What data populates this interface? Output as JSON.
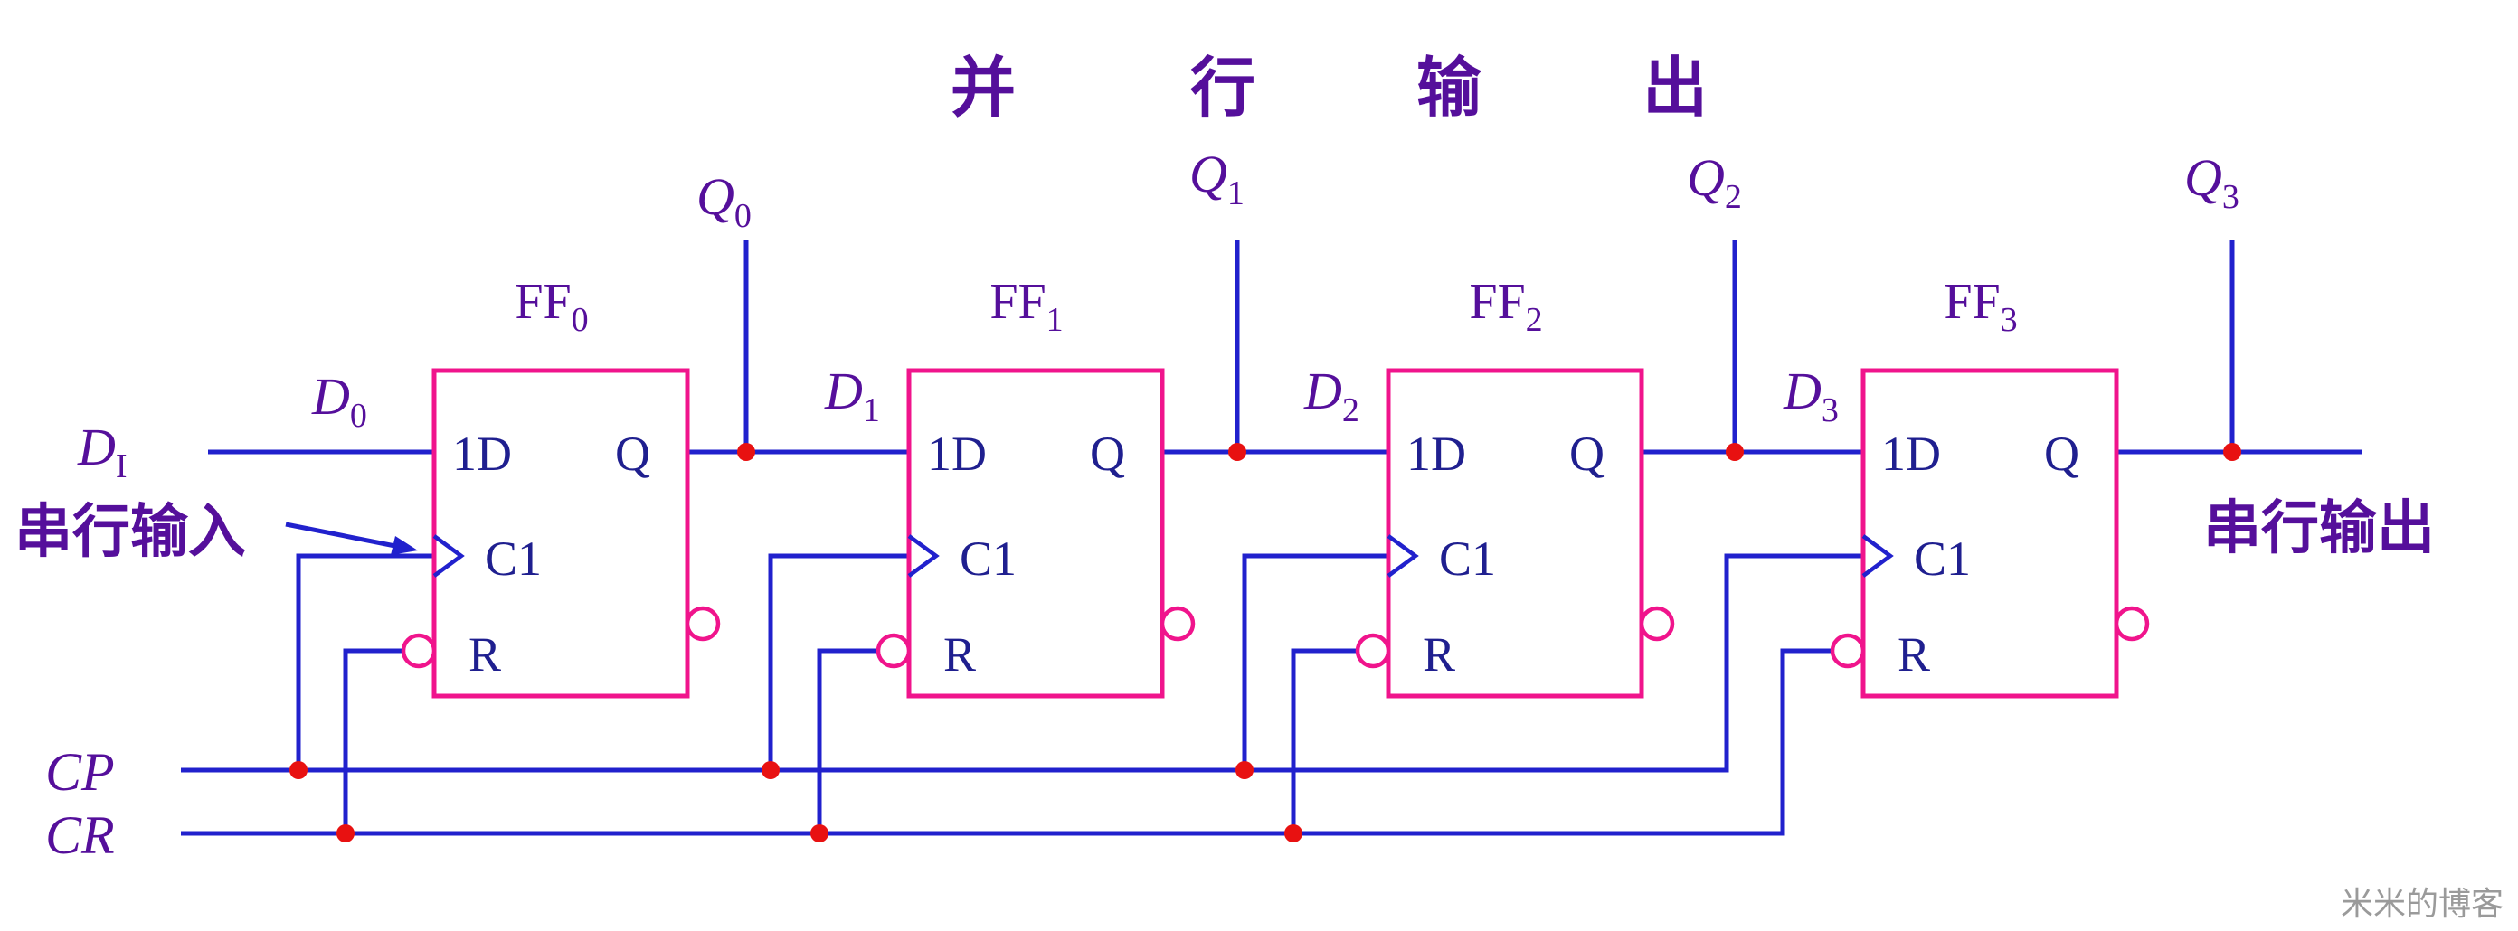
{
  "title": {
    "text": "并行输出",
    "chars": [
      "并",
      "行",
      "输",
      "出"
    ]
  },
  "flip_flops": [
    {
      "name": "FF",
      "sub": "0",
      "ports": {
        "d": "1D",
        "clock": "C1",
        "reset": "R",
        "q": "Q"
      }
    },
    {
      "name": "FF",
      "sub": "1",
      "ports": {
        "d": "1D",
        "clock": "C1",
        "reset": "R",
        "q": "Q"
      }
    },
    {
      "name": "FF",
      "sub": "2",
      "ports": {
        "d": "1D",
        "clock": "C1",
        "reset": "R",
        "q": "Q"
      }
    },
    {
      "name": "FF",
      "sub": "3",
      "ports": {
        "d": "1D",
        "clock": "C1",
        "reset": "R",
        "q": "Q"
      }
    }
  ],
  "parallel_outputs": [
    {
      "base": "Q",
      "sub": "0"
    },
    {
      "base": "Q",
      "sub": "1"
    },
    {
      "base": "Q",
      "sub": "2"
    },
    {
      "base": "Q",
      "sub": "3"
    }
  ],
  "stage_inputs": [
    {
      "base": "D",
      "sub": "0"
    },
    {
      "base": "D",
      "sub": "1"
    },
    {
      "base": "D",
      "sub": "2"
    },
    {
      "base": "D",
      "sub": "3"
    }
  ],
  "serial_input": {
    "signal": {
      "base": "D",
      "sub": "I"
    },
    "label": "串行输入"
  },
  "serial_output": {
    "label": "串行输出"
  },
  "control_signals": {
    "clock": "CP",
    "clear": "CR"
  },
  "watermark": "米米的博客",
  "colors": {
    "wire": "#2121cd",
    "box": "#f0148c",
    "text": "#550f9b",
    "port_text": "#1f1f8f",
    "dot": "#e81111",
    "watermark": "#9a9a9a"
  }
}
